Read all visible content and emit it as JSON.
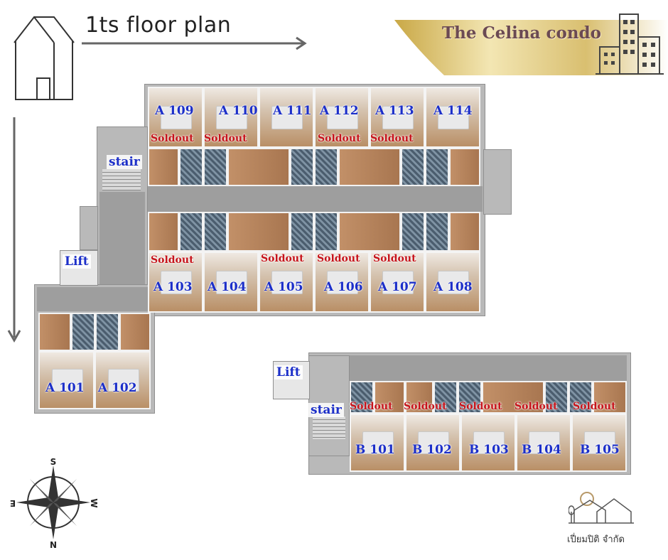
{
  "header": {
    "plan_title": "1ts floor plan",
    "brand_title": "The Celina condo",
    "icons": [
      "house-outline-icon",
      "city-buildings-icon",
      "compass-rose-icon",
      "company-logo-icon"
    ]
  },
  "colors": {
    "unit_label": "#1c2fc9",
    "soldout": "#c6141b",
    "gold": "#d8c07a"
  },
  "labels": {
    "stair": "stair",
    "lift": "Lift",
    "soldout": "Soldout"
  },
  "building_a": {
    "top_row": [
      {
        "unit": "A 109",
        "status": "Soldout"
      },
      {
        "unit": "A 110",
        "status": "Soldout"
      },
      {
        "unit": "A 111",
        "status": ""
      },
      {
        "unit": "A 112",
        "status": "Soldout"
      },
      {
        "unit": "A 113",
        "status": "Soldout"
      },
      {
        "unit": "A 114",
        "status": ""
      }
    ],
    "bottom_row": [
      {
        "unit": "A 103",
        "status": "Soldout"
      },
      {
        "unit": "A 104",
        "status": ""
      },
      {
        "unit": "A 105",
        "status": "Soldout"
      },
      {
        "unit": "A 106",
        "status": "Soldout"
      },
      {
        "unit": "A 107",
        "status": "Soldout"
      },
      {
        "unit": "A 108",
        "status": ""
      }
    ],
    "wing": [
      {
        "unit": "A 101",
        "status": ""
      },
      {
        "unit": "A 102",
        "status": ""
      }
    ]
  },
  "building_b": {
    "row": [
      {
        "unit": "B 101",
        "status": "Soldout"
      },
      {
        "unit": "B 102",
        "status": "Soldout"
      },
      {
        "unit": "B 103",
        "status": "Soldout"
      },
      {
        "unit": "B 104",
        "status": "Soldout"
      },
      {
        "unit": "B 105",
        "status": "Soldout"
      }
    ]
  },
  "compass": {
    "s": "S",
    "n": "N",
    "w": "W",
    "e": "E"
  },
  "company": {
    "name": "เปี่ยมปิติ จำกัด"
  }
}
